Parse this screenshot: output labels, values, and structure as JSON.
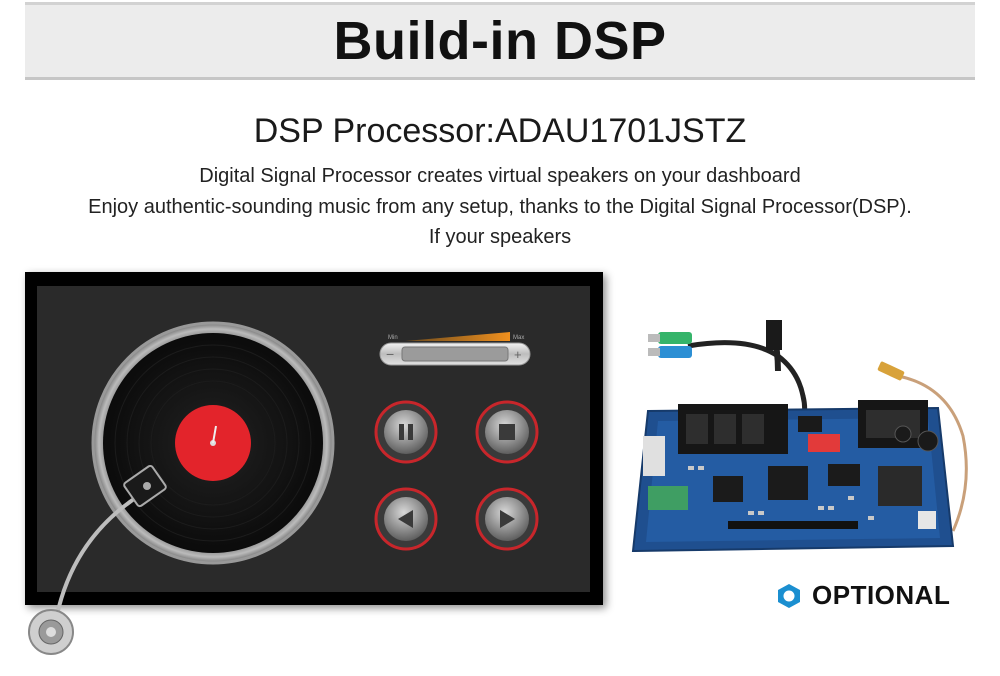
{
  "header": {
    "title": "Build-in DSP"
  },
  "processor": {
    "title": "DSP Processor:ADAU1701JSTZ",
    "lines": [
      "Digital Signal Processor creates virtual speakers on your dashboard",
      "Enjoy authentic-sounding music from any setup, thanks to the Digital Signal Processor(DSP).",
      "If your speakers"
    ]
  },
  "player": {
    "volume": {
      "min_label": "Min",
      "max_label": "Max",
      "minus": "−",
      "plus": "+"
    },
    "buttons": [
      {
        "icon": "pause-icon"
      },
      {
        "icon": "stop-icon"
      },
      {
        "icon": "previous-icon"
      },
      {
        "icon": "next-icon"
      }
    ]
  },
  "optional": {
    "label": "OPTIONAL",
    "accent": "#1b8fd0"
  },
  "colors": {
    "record_label": "#e3242b",
    "button_ring": "#c8262b",
    "volume_bar": "#f0901e"
  }
}
